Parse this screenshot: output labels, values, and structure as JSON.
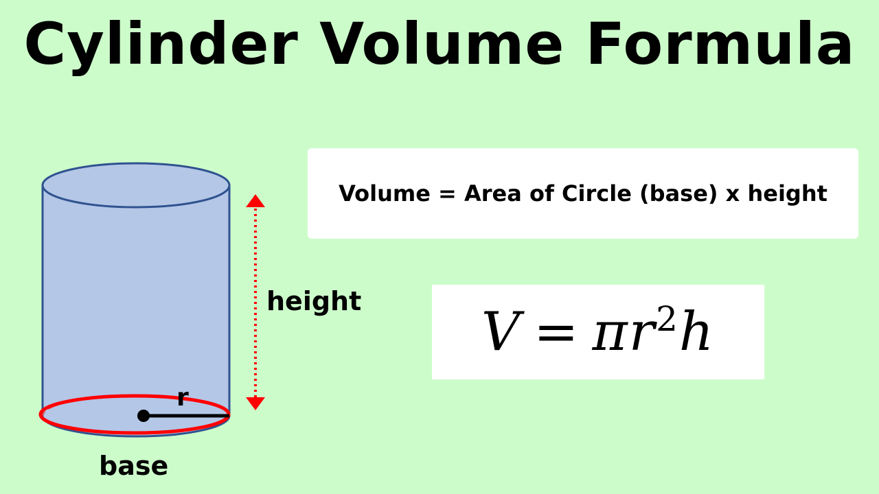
{
  "title": "Cylinder Volume Formula",
  "labels": {
    "height": "height",
    "base": "base",
    "radius": "r"
  },
  "word_formula": "Volume = Area of Circle (base) x height",
  "formula": {
    "lhs": "V",
    "equals": "=",
    "rhs_base": "πr",
    "exponent": "2",
    "rhs_tail": "h"
  },
  "colors": {
    "background": "#cdfccb",
    "cylinder_fill": "#b4c7e7",
    "cylinder_stroke": "#2f528f",
    "base_ring": "#ff0000",
    "height_arrow": "#ff0000",
    "radius_line": "#000000"
  }
}
